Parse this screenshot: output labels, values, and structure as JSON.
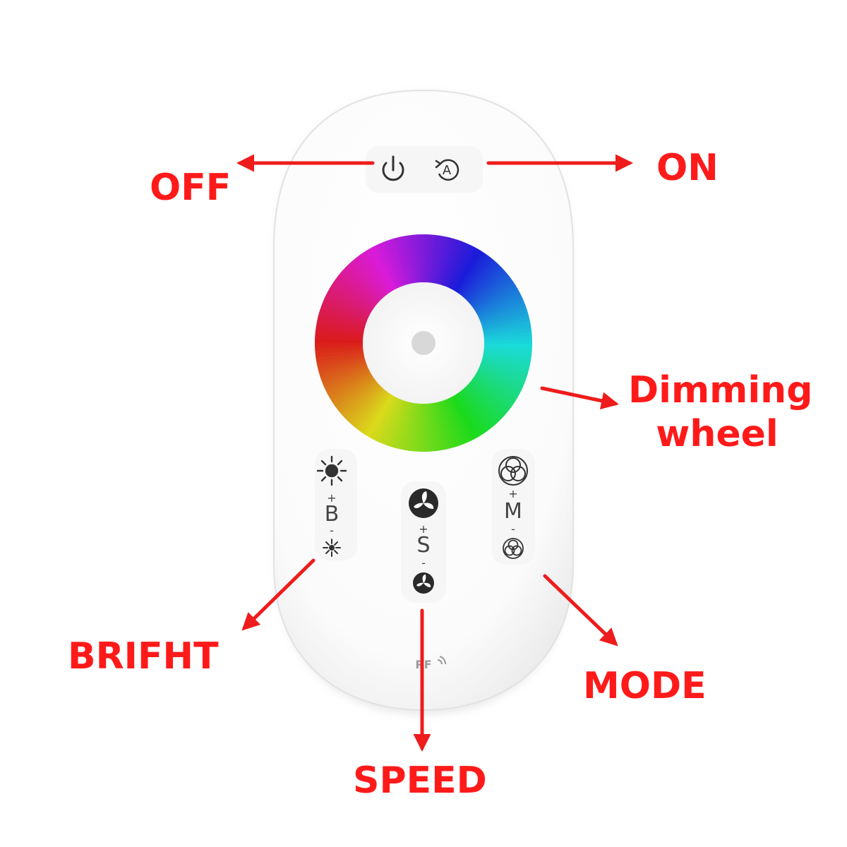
{
  "colors": {
    "label": "#ff1a1a",
    "arrow": "#ee1c1c",
    "remote_body": "#ffffff",
    "remote_edge": "#dcdcdc",
    "icon": "#333333"
  },
  "labels": {
    "off": "OFF",
    "on": "ON",
    "dimming": "Dimming\nwheel",
    "bright": "BRIFHT",
    "speed": "SPEED",
    "mode": "MODE"
  },
  "remote": {
    "brightness": {
      "letter": "B",
      "plus": "+",
      "minus": "-"
    },
    "speed": {
      "letter": "S",
      "plus": "+",
      "minus": "-"
    },
    "mode": {
      "letter": "M",
      "plus": "+",
      "minus": "-"
    },
    "rf_mark": "RF"
  },
  "icons": {
    "power": "power-icon",
    "auto": "auto-mode-icon",
    "bright_up": "sun-large-icon",
    "bright_down": "sun-small-icon",
    "speed_up": "fan-large-icon",
    "speed_down": "fan-small-icon",
    "mode_up": "circles-large-icon",
    "mode_down": "circles-small-icon",
    "rf": "rf-signal-icon"
  }
}
